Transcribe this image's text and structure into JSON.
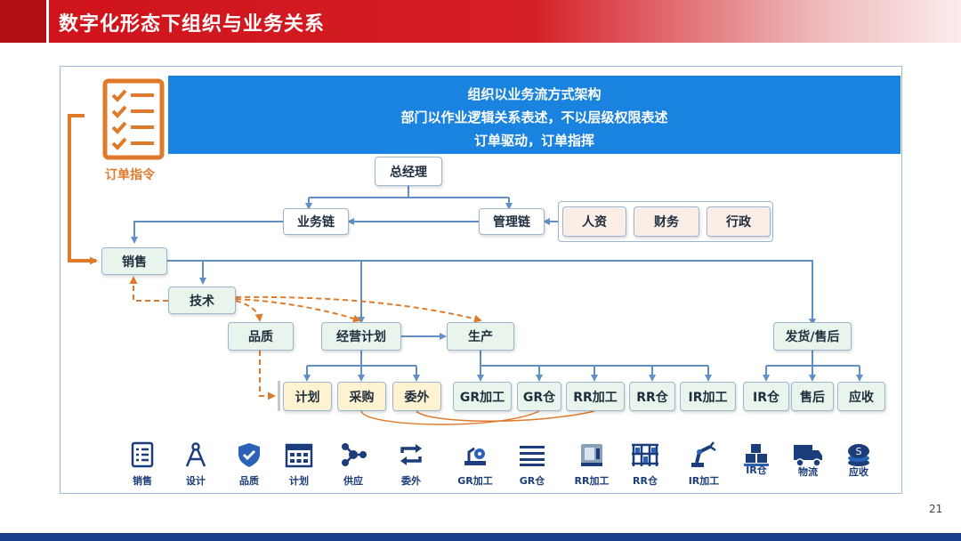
{
  "header": {
    "title": "数字化形态下组织与业务关系"
  },
  "banner": {
    "lines": [
      "组织以业务流方式架构",
      "部门以作业逻辑关系表述，不以层级权限表述",
      "订单驱动，订单指挥"
    ]
  },
  "order_instruction": {
    "label": "订单指令"
  },
  "nodes": {
    "general_manager": "总经理",
    "business_chain": "业务链",
    "management_chain": "管理链",
    "hr": "人资",
    "finance": "财务",
    "admin": "行政",
    "sales": "销售",
    "tech": "技术",
    "quality": "品质",
    "planning": "经营计划",
    "production": "生产",
    "shipping": "发货/售后",
    "plan": "计划",
    "purchase": "采购",
    "outsource": "委外",
    "gr_process": "GR加工",
    "gr_warehouse": "GR仓",
    "rr_process": "RR加工",
    "rr_warehouse": "RR仓",
    "ir_process": "IR加工",
    "ir_warehouse": "IR仓",
    "after_sales": "售后",
    "receivable": "应收"
  },
  "icons": [
    {
      "label": "销售",
      "icon": "checklist-icon"
    },
    {
      "label": "设计",
      "icon": "compass-icon"
    },
    {
      "label": "品质",
      "icon": "shield-icon"
    },
    {
      "label": "计划",
      "icon": "calendar-icon"
    },
    {
      "label": "供应",
      "icon": "network-icon"
    },
    {
      "label": "委外",
      "icon": "sync-icon"
    },
    {
      "label": "GR加工",
      "icon": "machine-icon"
    },
    {
      "label": "GR仓",
      "icon": "shelves-icon"
    },
    {
      "label": "RR加工",
      "icon": "cnc-icon"
    },
    {
      "label": "RR仓",
      "icon": "rack-icon"
    },
    {
      "label": "IR加工",
      "icon": "robot-arm-icon"
    },
    {
      "label": "IR仓",
      "icon": "boxes-icon"
    },
    {
      "label": "物流",
      "icon": "truck-icon"
    },
    {
      "label": "应收",
      "icon": "coins-icon"
    }
  ],
  "page_number": "21",
  "colors": {
    "accent_red": "#d0121a",
    "banner_blue": "#1a83e0",
    "line_blue": "#5f8fc4",
    "order_orange": "#e07a2b",
    "icon_navy": "#1b3d7a"
  }
}
